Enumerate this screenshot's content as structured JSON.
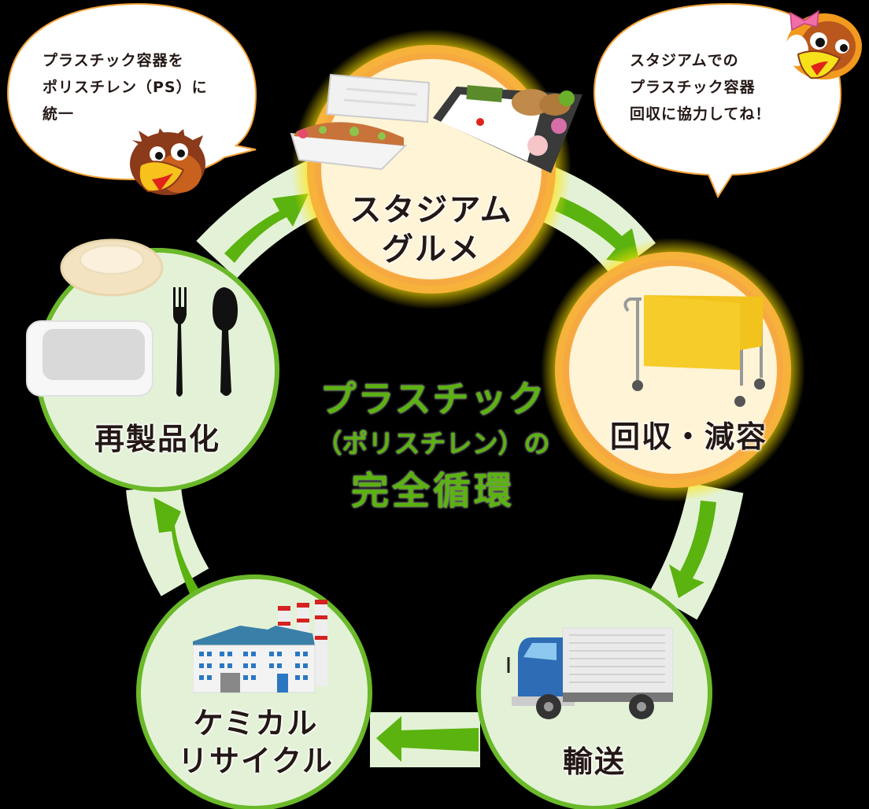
{
  "title": {
    "line1": "プラスチック",
    "line2": "（ポリスチレン）の",
    "line3": "完全循環"
  },
  "bubbles": [
    {
      "id": "left",
      "lines": [
        "プラスチック容器を",
        "ポリスチレン（PS）に",
        "統一"
      ]
    },
    {
      "id": "right",
      "lines": [
        "スタジアムでの",
        "プラスチック容器",
        "回収に協力してね！"
      ]
    }
  ],
  "steps": [
    {
      "id": "stadium-gourmet",
      "lines": [
        "スタジアム",
        "グルメ"
      ],
      "icon": "bento-food-icon",
      "style": "highlight"
    },
    {
      "id": "collection",
      "lines": [
        "回収・減容"
      ],
      "icon": "laundry-cart-icon",
      "style": "highlight"
    },
    {
      "id": "transport",
      "lines": [
        "輸送"
      ],
      "icon": "truck-icon",
      "style": "normal"
    },
    {
      "id": "chemical-recycle",
      "lines": [
        "ケミカル",
        "リサイクル"
      ],
      "icon": "factory-icon",
      "style": "normal"
    },
    {
      "id": "remanufacture",
      "lines": [
        "再製品化"
      ],
      "icon": "containers-cutlery-icon",
      "style": "normal"
    }
  ],
  "colors": {
    "arrow_green": "#5bb30f",
    "track_green": "#e3f2d6",
    "circle_border_green": "#6bb92a",
    "circle_fill_green": "#e3f2d6",
    "highlight_orange": "#f7a941",
    "highlight_yellow": "#ffe500",
    "highlight_fill": "#fff4d6",
    "bubble_border": "#f3a33a"
  }
}
